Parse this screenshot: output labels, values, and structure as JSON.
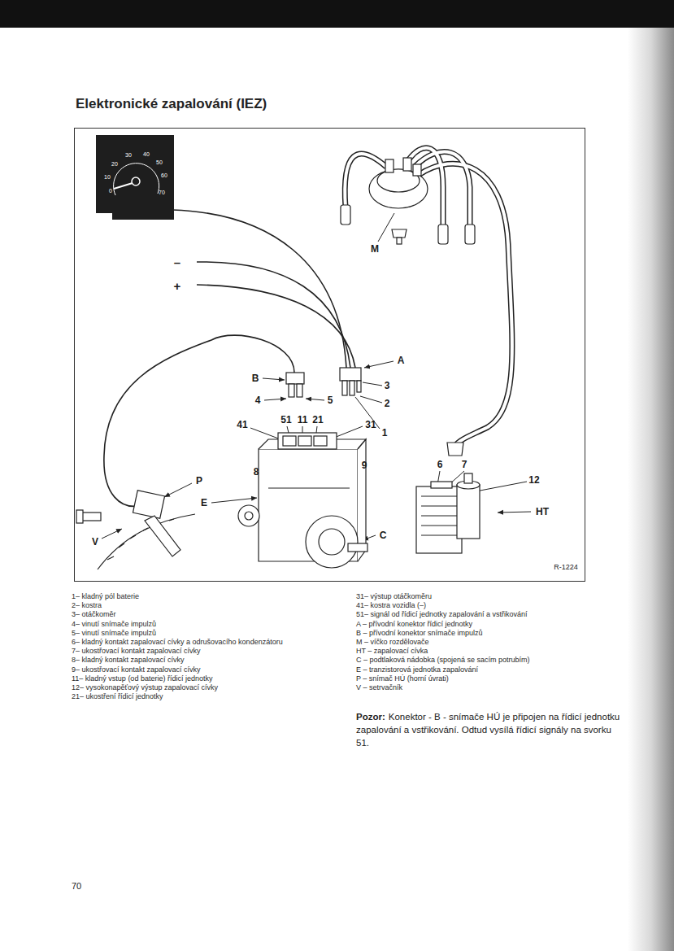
{
  "diagram": {
    "title": "Elektronické zapalování (IEZ)",
    "labels": [
      "0",
      "10",
      "20",
      "30",
      "40",
      "50",
      "60",
      "70",
      "M",
      "–",
      "+",
      "A",
      "3",
      "2",
      "1",
      "B",
      "4",
      "5",
      "41",
      "51",
      "11",
      "21",
      "31",
      "8",
      "9",
      "6",
      "7",
      "12",
      "HT",
      "P",
      "E",
      "V",
      "C",
      "R-1224",
      "1– kladný pól baterie",
      "2– kostra",
      "3– otáčkoměr",
      "4– vinutí snímače impulzů",
      "5– vinutí snímače impulzů",
      "6– kladný kontakt zapalovací cívky a odrušovacího kondenzátoru",
      "7– ukostřovací kontakt zapalovací cívky",
      "8– kladný kontakt zapalovací cívky",
      "9– ukostřovací kontakt zapalovací cívky",
      "11– kladný vstup (od baterie) řídicí jednotky",
      "12– vysokonapěťový výstup zapalovací cívky",
      "21– ukostření řídicí jednotky",
      "31– výstup otáčkoměru",
      "41– kostra vozidla (–)",
      "51– signál od řídicí jednotky zapalování a vstřikování",
      "A – přívodní konektor řídicí jednotky",
      "B – přívodní konektor snímače impulzů",
      "M – víčko rozdělovače",
      "HT – zapalovací cívka",
      "C – podtlaková nádobka (spojená se sacím potrubím)",
      "E – tranzistorová jednotka zapalování",
      "P – snímač HÚ (horní úvrati)",
      "V – setrvačník",
      "Pozor:",
      "Konektor - B - snímače HÚ je připojen na řídicí jednotku zapalování a vstřikování. Odtud vysílá řídicí signály na svorku 51.",
      "70"
    ]
  }
}
